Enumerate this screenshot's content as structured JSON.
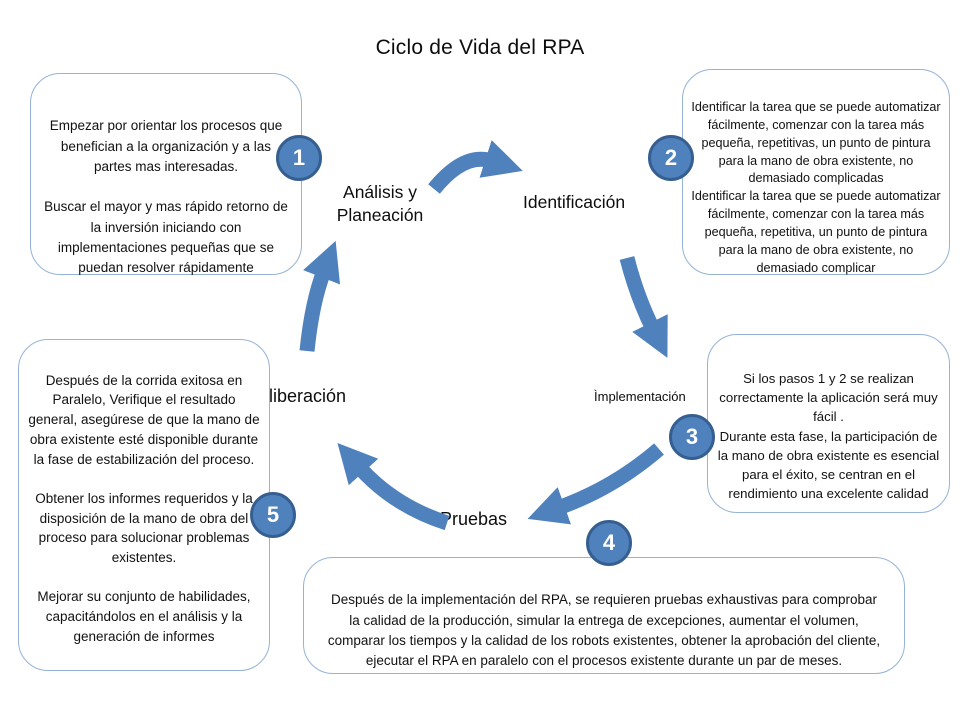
{
  "title": "Ciclo de Vida del RPA",
  "colors": {
    "accent_blue": "#4f81bd",
    "circle_border": "#365f91",
    "box_border": "#95b3d7",
    "text": "#111111"
  },
  "stages": [
    {
      "number": "1",
      "label": "Análisis y\nPlaneación",
      "description": "Empezar por  orientar los procesos que benefician a la organización y a las partes mas interesadas.\n\nBuscar el mayor y mas rápido retorno de la inversión  iniciando con implementaciones pequeñas que se puedan resolver rápidamente"
    },
    {
      "number": "2",
      "label": "Identificación",
      "description": "Identificar la tarea que se puede automatizar fácilmente, comenzar con la tarea más pequeña, repetitivas, un punto de pintura para la mano de obra existente, no demasiado complicadas\nIdentificar la tarea que se puede automatizar fácilmente, comenzar con la tarea más pequeña, repetitiva, un punto de pintura para la mano de obra existente, no demasiado complicar"
    },
    {
      "number": "3",
      "label": "Ìmplementación",
      "description": "Si los pasos 1 y 2 se realizan correctamente la aplicación será muy fácil .\nDurante esta fase, la participación de la mano de obra existente es esencial para el éxito, se centran en el rendimiento una excelente calidad"
    },
    {
      "number": "4",
      "label": "Pruebas",
      "description": "Después de la implementación del RPA, se requieren pruebas exhaustivas para comprobar la calidad de la producción,  simular la entrega de excepciones, aumentar el volumen, comparar los tiempos y la calidad de los robots existentes, obtener  la aprobación del cliente, ejecutar el  RPA en paralelo con el procesos existente durante un par de meses."
    },
    {
      "number": "5",
      "label": "liberación",
      "description": "Después de la corrida  exitosa en Paralelo, Verifique el resultado general, asegúrese de que la mano de obra existente esté disponible durante la fase de estabilización del proceso.\n\nObtener los informes requeridos y la  disposición de la mano de obra del proceso  para solucionar problemas  existentes.\n\nMejorar su conjunto de habilidades, capacitándolos en el análisis y la generación de informes"
    }
  ]
}
